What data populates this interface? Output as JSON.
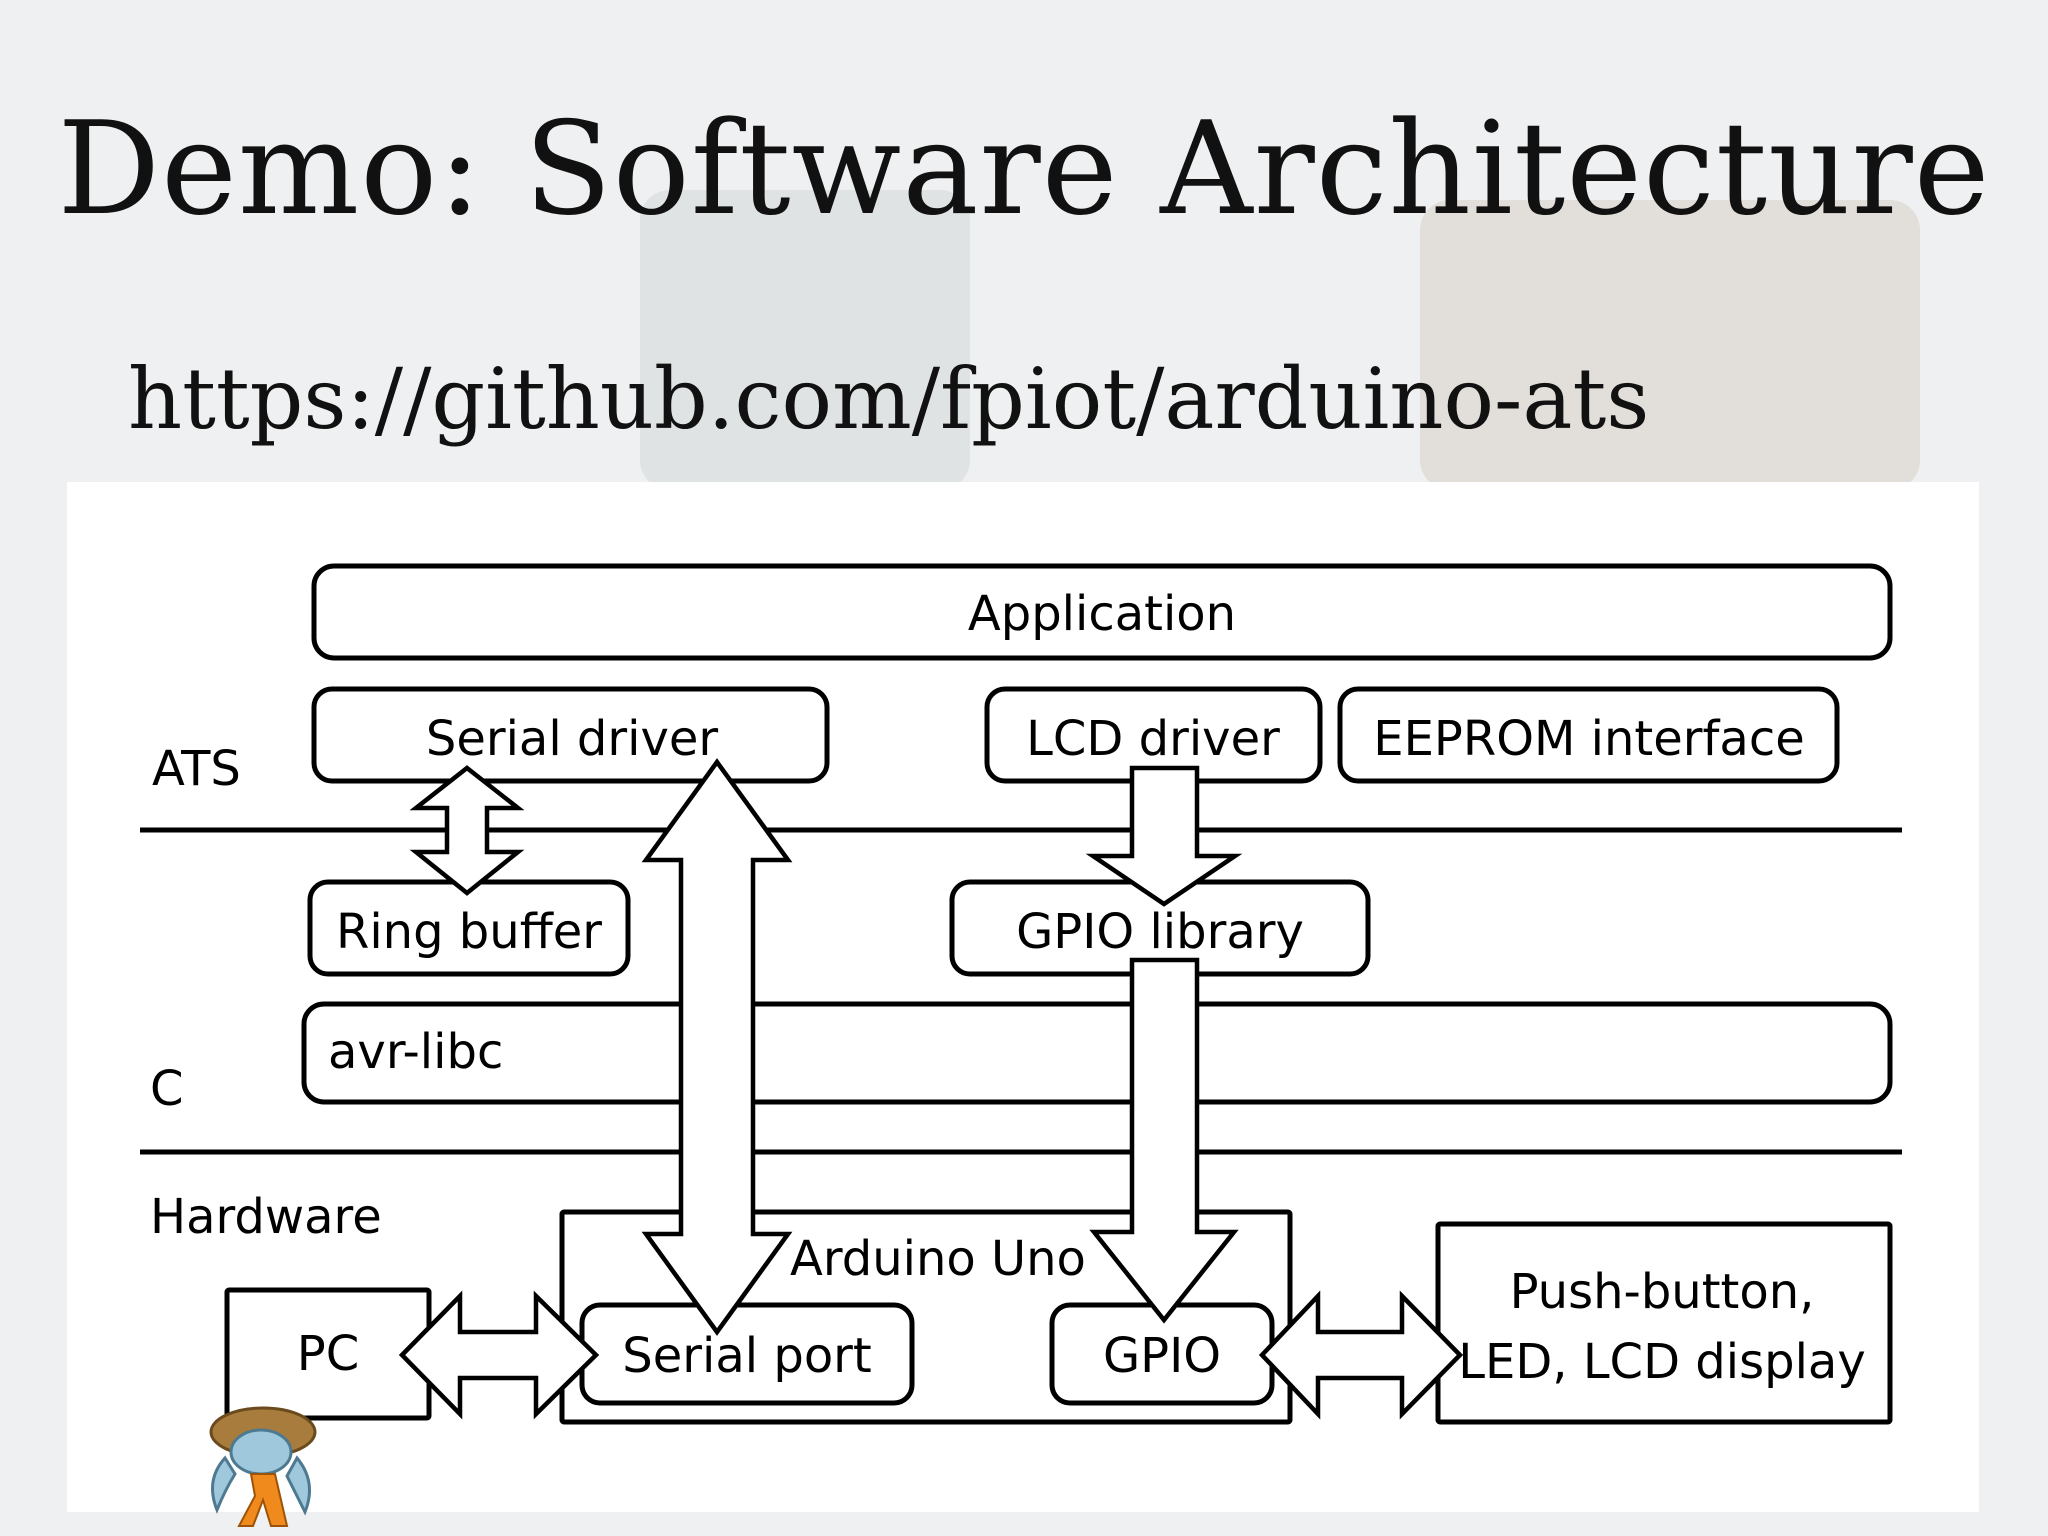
{
  "slide": {
    "title": "Demo: Software Architecture",
    "url": "https://github.com/fpiot/arduino-ats"
  },
  "diagram": {
    "layers": {
      "ats": "ATS",
      "c": "C",
      "hardware": "Hardware"
    },
    "boxes": {
      "application": "Application",
      "serial_driver": "Serial driver",
      "lcd_driver": "LCD driver",
      "eeprom_interface": "EEPROM interface",
      "ring_buffer": "Ring buffer",
      "gpio_library": "GPIO library",
      "avr_libc": "avr-libc",
      "arduino_uno": "Arduino Uno",
      "pc": "PC",
      "serial_port": "Serial port",
      "gpio": "GPIO",
      "peripherals_line1": "Push-button,",
      "peripherals_line2": "LED, LCD display"
    }
  },
  "icons": [
    "ats-mascot-icon"
  ]
}
